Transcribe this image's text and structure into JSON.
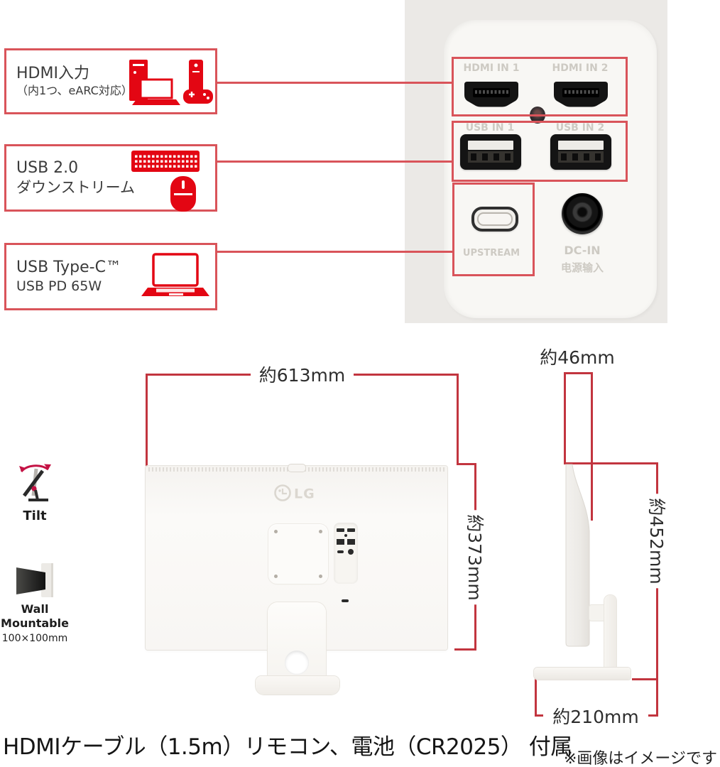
{
  "colors": {
    "callout_red": "#d9545a",
    "dimension_red": "#c2353f",
    "icon_red": "#e30613",
    "photo_bg": "#ebe9e6",
    "panel_white": "#f8f7f4"
  },
  "callouts": {
    "hdmi": {
      "title": "HDMI入力",
      "subtitle": "（内1つ、eARC対応）"
    },
    "usb": {
      "title": "USB 2.0",
      "subtitle": "ダウンストリーム"
    },
    "usbc": {
      "title": "USB Type-C™",
      "subtitle": "USB PD 65W"
    }
  },
  "port_panel": {
    "hdmi1_label": "HDMI IN 1",
    "hdmi2_label": "HDMI IN 2",
    "usb1_label": "USB IN 1",
    "usb2_label": "USB IN 2",
    "usbc_label": "UPSTREAM",
    "dc_label": "DC-IN",
    "dc_sublabel": "电源输入"
  },
  "dimensions": {
    "width": "約613mm",
    "panel_height": "約373mm",
    "depth": "約46mm",
    "height_with_stand": "約452mm",
    "base_depth": "約210mm"
  },
  "features": {
    "tilt": "Tilt",
    "wall_line1": "Wall",
    "wall_line2": "Mountable",
    "vesa": "100×100mm"
  },
  "back_view": {
    "logo": "LG"
  },
  "footer": {
    "included": "HDMIケーブル（1.5m）リモコン、電池（CR2025） 付属",
    "note": "※画像はイメージです"
  }
}
